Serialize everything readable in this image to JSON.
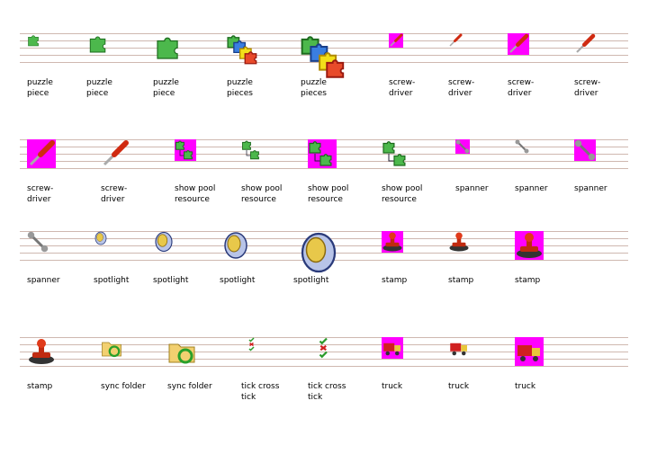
{
  "colors": {
    "magenta": "#ff00ff",
    "line": "#cfb8b0"
  },
  "rows": [
    {
      "items": [
        {
          "label": "puzzle\npiece",
          "icon": "puzzle-piece-icon",
          "kind": "puzzle",
          "size": 16
        },
        {
          "label": "puzzle\npiece",
          "icon": "puzzle-piece-icon",
          "kind": "puzzle",
          "size": 24
        },
        {
          "label": "puzzle\npiece",
          "icon": "puzzle-piece-icon",
          "kind": "puzzle",
          "size": 32
        },
        {
          "label": "puzzle\npieces",
          "icon": "puzzle-pieces-icon",
          "kind": "pieces",
          "size": 32
        },
        {
          "label": "puzzle\npieces",
          "icon": "puzzle-pieces-icon",
          "kind": "pieces",
          "size": 48
        },
        {
          "label": "screw-\ndriver",
          "icon": "screwdriver-icon",
          "kind": "screwdriver",
          "size": 16,
          "mask": true
        },
        {
          "label": "screw-\ndriver",
          "icon": "screwdriver-icon",
          "kind": "screwdriver",
          "size": 16
        },
        {
          "label": "screw-\ndriver",
          "icon": "screwdriver-icon",
          "kind": "screwdriver",
          "size": 24,
          "mask": true
        },
        {
          "label": "screw-\ndriver",
          "icon": "screwdriver-icon",
          "kind": "screwdriver",
          "size": 24
        }
      ]
    },
    {
      "items": [
        {
          "label": "screw-\ndriver",
          "icon": "screwdriver-icon",
          "kind": "screwdriver",
          "size": 32,
          "mask": true
        },
        {
          "label": "screw-\ndriver",
          "icon": "screwdriver-icon",
          "kind": "screwdriver",
          "size": 32
        },
        {
          "label": "show pool\nresource",
          "icon": "show-pool-resource-icon",
          "kind": "pool",
          "size": 24,
          "mask": true
        },
        {
          "label": "show pool\nresource",
          "icon": "show-pool-resource-icon",
          "kind": "pool",
          "size": 24
        },
        {
          "label": "show pool\nresource",
          "icon": "show-pool-resource-icon",
          "kind": "pool",
          "size": 32,
          "mask": true
        },
        {
          "label": "show pool\nresource",
          "icon": "show-pool-resource-icon",
          "kind": "pool",
          "size": 32
        },
        {
          "label": "spanner",
          "icon": "spanner-icon",
          "kind": "spanner",
          "size": 16,
          "mask": true
        },
        {
          "label": "spanner",
          "icon": "spanner-icon",
          "kind": "spanner",
          "size": 16
        },
        {
          "label": "spanner",
          "icon": "spanner-icon",
          "kind": "spanner",
          "size": 24,
          "mask": true
        }
      ]
    },
    {
      "items": [
        {
          "label": "spanner",
          "icon": "spanner-icon",
          "kind": "spanner",
          "size": 24
        },
        {
          "label": "spotlight",
          "icon": "spotlight-icon",
          "kind": "spotlight",
          "size": 16
        },
        {
          "label": "spotlight",
          "icon": "spotlight-icon",
          "kind": "spotlight",
          "size": 24
        },
        {
          "label": "spotlight",
          "icon": "spotlight-icon",
          "kind": "spotlight",
          "size": 32
        },
        {
          "label": "spotlight",
          "icon": "spotlight-icon",
          "kind": "spotlight",
          "size": 48
        },
        {
          "label": "stamp",
          "icon": "stamp-icon",
          "kind": "stamp",
          "size": 24,
          "mask": true
        },
        {
          "label": "stamp",
          "icon": "stamp-icon",
          "kind": "stamp",
          "size": 24
        },
        {
          "label": "stamp",
          "icon": "stamp-icon",
          "kind": "stamp",
          "size": 32,
          "mask": true
        }
      ]
    },
    {
      "items": [
        {
          "label": "stamp",
          "icon": "stamp-icon",
          "kind": "stamp",
          "size": 32
        },
        {
          "label": "sync folder",
          "icon": "sync-folder-icon",
          "kind": "sync",
          "size": 24
        },
        {
          "label": "sync folder",
          "icon": "sync-folder-icon",
          "kind": "sync",
          "size": 32
        },
        {
          "label": "tick cross\ntick",
          "icon": "tick-cross-tick-icon",
          "kind": "tick",
          "size": 16
        },
        {
          "label": "tick cross\ntick",
          "icon": "tick-cross-tick-icon",
          "kind": "tick",
          "size": 24
        },
        {
          "label": "truck",
          "icon": "truck-icon",
          "kind": "truck",
          "size": 24,
          "mask": true
        },
        {
          "label": "truck",
          "icon": "truck-icon",
          "kind": "truck",
          "size": 24
        },
        {
          "label": "truck",
          "icon": "truck-icon",
          "kind": "truck",
          "size": 32,
          "mask": true
        }
      ]
    }
  ]
}
